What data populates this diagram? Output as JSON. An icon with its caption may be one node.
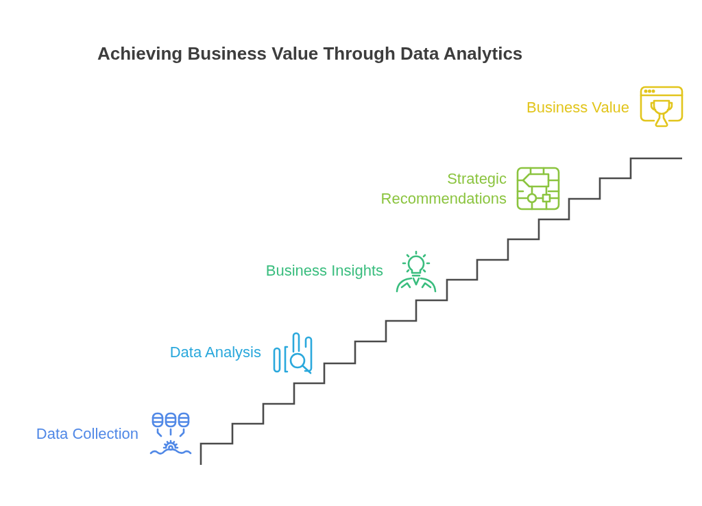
{
  "diagram": {
    "title": "Achieving Business Value Through Data Analytics",
    "labels": [
      "Data Collection",
      "Data Analysis",
      "Business Insights",
      "Strategic Recommendations",
      "Business Value"
    ]
  }
}
